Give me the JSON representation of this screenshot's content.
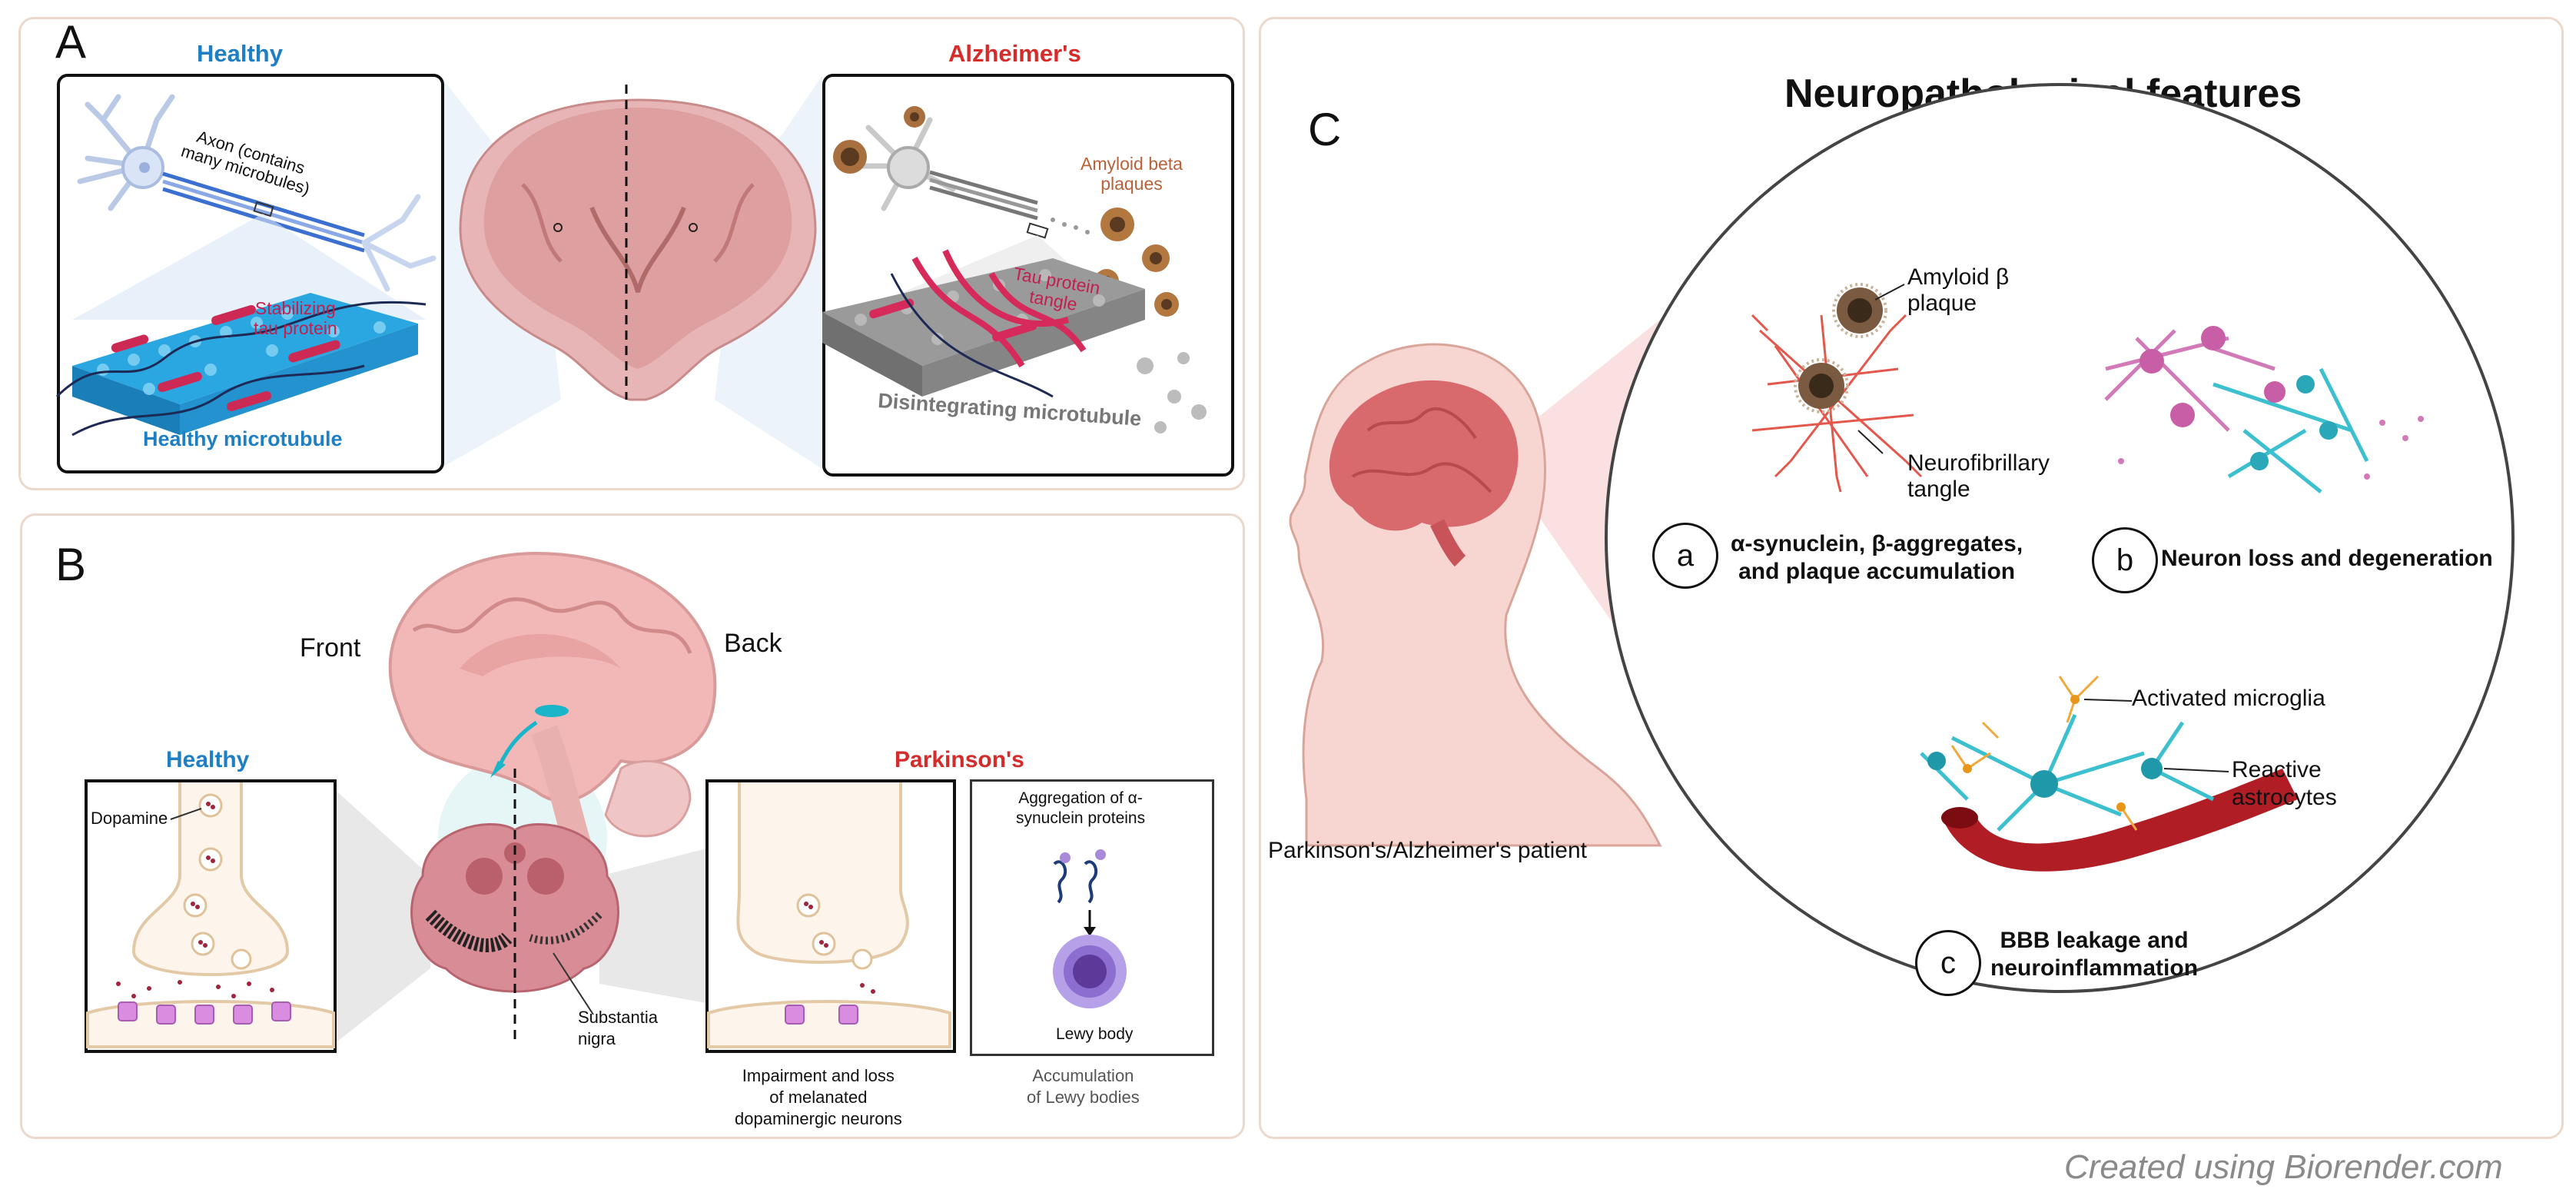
{
  "panel_a": {
    "letter": "A",
    "healthy_title": "Healthy",
    "alz_title": "Alzheimer's",
    "axon_label_line1": "Axon (contains",
    "axon_label_line2": "many microbules)",
    "stabilizing_line1": "Stabilizing",
    "stabilizing_line2": "tau protein",
    "healthy_microtubule": "Healthy microtubule",
    "amyloid_line1": "Amyloid beta",
    "amyloid_line2": "plaques",
    "tau_tangle_line1": "Tau protein",
    "tau_tangle_line2": "tangle",
    "disintegrating": "Disintegrating microtubule"
  },
  "panel_b": {
    "letter": "B",
    "front": "Front",
    "back": "Back",
    "healthy_title": "Healthy",
    "parkinsons_title": "Parkinson's",
    "dopamine": "Dopamine",
    "aggregation_line1": "Aggregation of α-",
    "aggregation_line2": "synuclein proteins",
    "lewy_body": "Lewy body",
    "substantia_line1": "Substantia",
    "substantia_line2": "nigra",
    "impairment_line1": "Impairment and loss",
    "impairment_line2": "of melanated",
    "impairment_line3": "dopaminergic neurons",
    "accumulation_line1": "Accumulation",
    "accumulation_line2": "of Lewy bodies"
  },
  "panel_c": {
    "letter": "C",
    "title": "Neuropathological features",
    "patient": "Parkinson's/Alzheimer's patient",
    "amyloid_line1": "Amyloid β",
    "amyloid_line2": "plaque",
    "nft_line1": "Neurofibrillary",
    "nft_line2": "tangle",
    "a_letter": "a",
    "a_line1": "α-synuclein, β-aggregates,",
    "a_line2": "and plaque accumulation",
    "b_letter": "b",
    "b_text": "Neuron loss and degeneration",
    "microglia": "Activated microglia",
    "astro_line1": "Reactive",
    "astro_line2": "astrocytes",
    "c_letter": "c",
    "c_line1": "BBB leakage and",
    "c_line2": "neuroinflammation"
  },
  "footer": {
    "credit": "Created using Biorender.com"
  },
  "colors": {
    "healthy_blue": "#1f7fc4",
    "disease_red": "#d62b2b",
    "tau_pink": "#d2315a",
    "amyloid_brown": "#b8623a",
    "panel_border": "#ecd9cc",
    "credit_gray": "#8a8a8a"
  },
  "icons": [
    "neuron-icon",
    "microtubule-icon",
    "brain-coronal-icon",
    "brain-sagittal-icon",
    "midbrain-icon",
    "synapse-icon",
    "lewy-body-icon",
    "head-profile-icon",
    "astrocyte-icon",
    "microglia-icon",
    "blood-vessel-icon",
    "plaque-icon"
  ]
}
